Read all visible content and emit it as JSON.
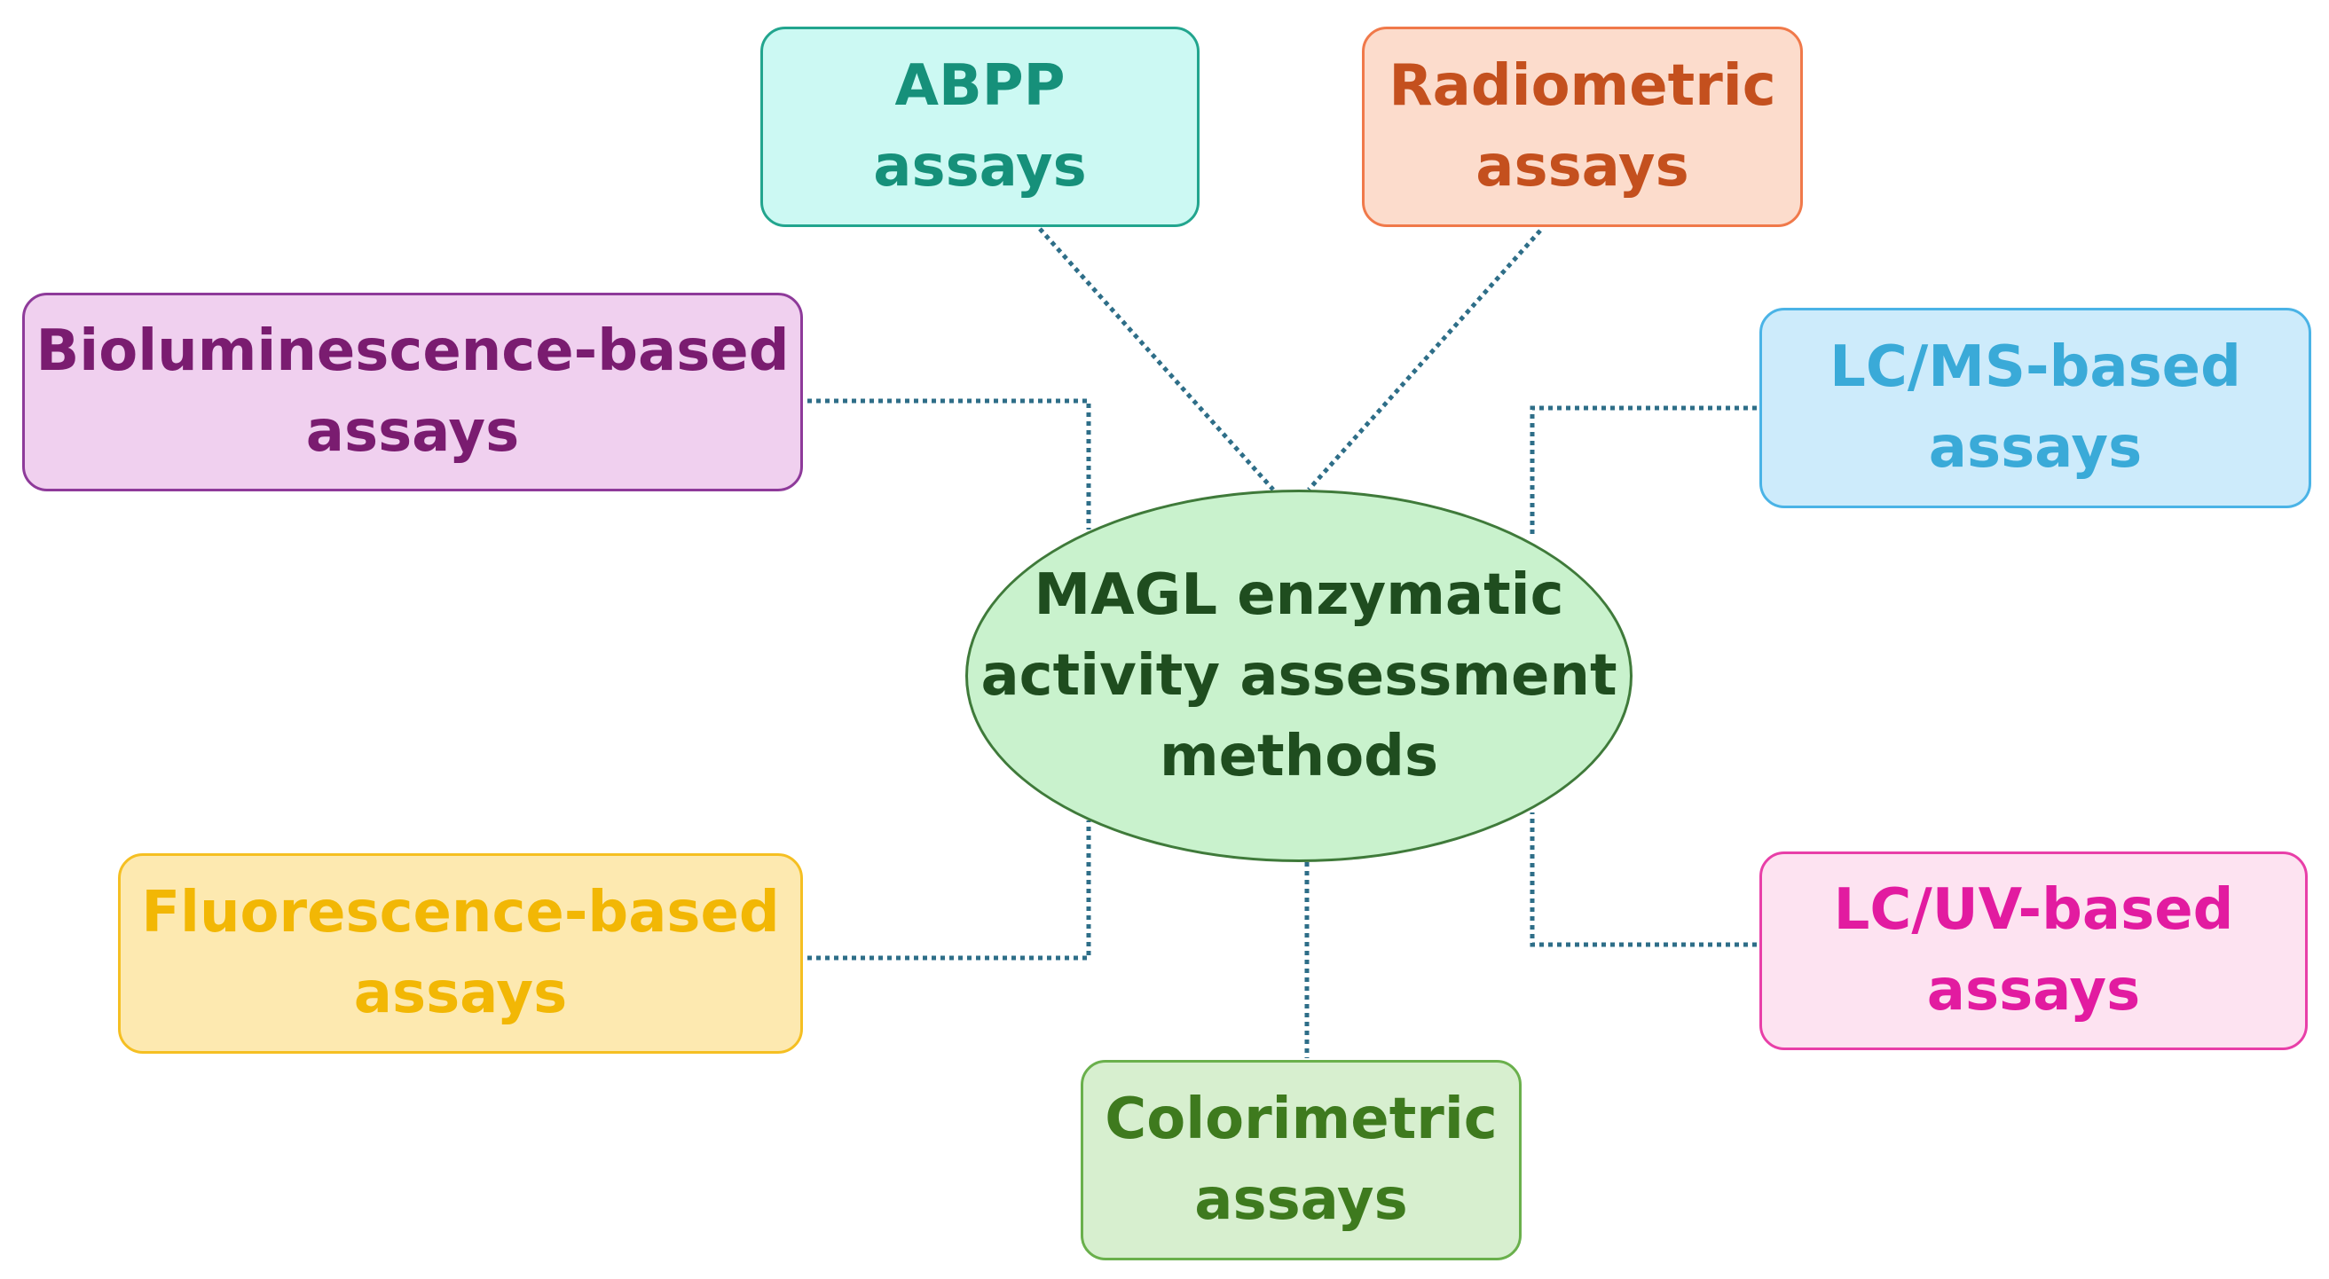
{
  "center": {
    "lines": [
      "MAGL enzymatic",
      "activity assessment",
      "methods"
    ],
    "fill": "#c9f2cd",
    "border": "#3f7a3a",
    "text_color": "#1f4d1f"
  },
  "methods": [
    {
      "id": "abpp",
      "lines": [
        "ABPP",
        "assays"
      ],
      "fill": "#ccf9f3",
      "border": "#22a58e",
      "text_color": "#16907a"
    },
    {
      "id": "radiometric",
      "lines": [
        "Radiometric",
        "assays"
      ],
      "fill": "#fcdccc",
      "border": "#f0794a",
      "text_color": "#c4501e"
    },
    {
      "id": "bioluminescence",
      "lines": [
        "Bioluminescence-based",
        "assays"
      ],
      "fill": "#f0d0ef",
      "border": "#8e3a9a",
      "text_color": "#7a1c70"
    },
    {
      "id": "lcms",
      "lines": [
        "LC/MS-based",
        "assays"
      ],
      "fill": "#cdebfb",
      "border": "#4ab3e6",
      "text_color": "#3aaad8"
    },
    {
      "id": "fluorescence",
      "lines": [
        "Fluorescence-based",
        "assays"
      ],
      "fill": "#fde9b0",
      "border": "#f5bf22",
      "text_color": "#f2b705"
    },
    {
      "id": "lcuv",
      "lines": [
        "LC/UV-based",
        "assays"
      ],
      "fill": "#fde3f1",
      "border": "#e83fa8",
      "text_color": "#e21ba0"
    },
    {
      "id": "colorimetric",
      "lines": [
        "Colorimetric",
        "assays"
      ],
      "fill": "#d7efcf",
      "border": "#6ab04c",
      "text_color": "#3e7a1e"
    }
  ],
  "connector_color": "#2e6e88"
}
